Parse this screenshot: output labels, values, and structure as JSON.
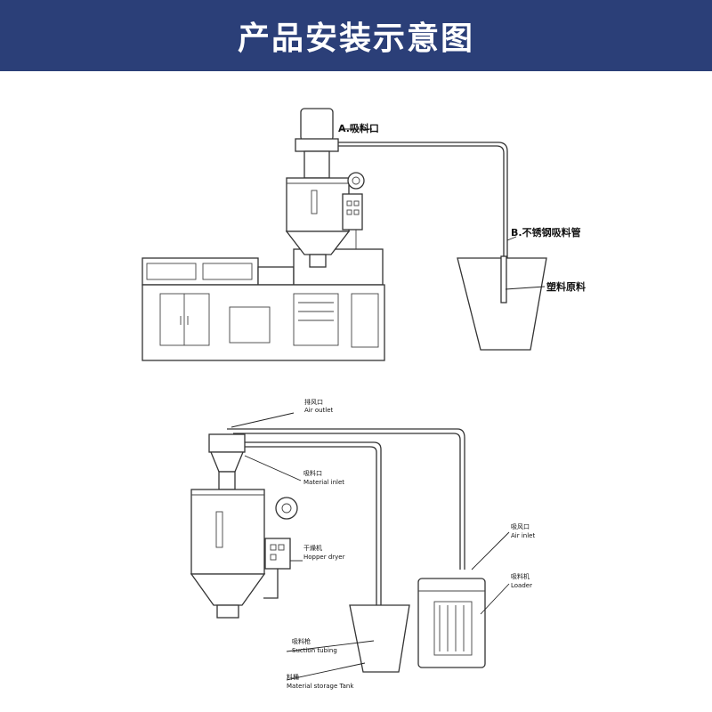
{
  "header": {
    "title": "产品安装示意图"
  },
  "diagram_top": {
    "label_a": "A.吸料口",
    "label_b": "B.不锈钢吸料管",
    "label_c": "塑料原料"
  },
  "diagram_bottom": {
    "air_outlet_cn": "排风口",
    "air_outlet_en": "Air outlet",
    "material_inlet_cn": "吸料口",
    "material_inlet_en": "Material inlet",
    "hopper_dryer_cn": "干燥机",
    "hopper_dryer_en": "Hopper dryer",
    "suction_tubing_cn": "吸料枪",
    "suction_tubing_en": "Suction tubing",
    "storage_tank_cn": "料桶",
    "storage_tank_en": "Material storage Tank",
    "air_inlet_cn": "吸风口",
    "air_inlet_en": "Air inlet",
    "loader_cn": "吸料机",
    "loader_en": "Loader"
  }
}
